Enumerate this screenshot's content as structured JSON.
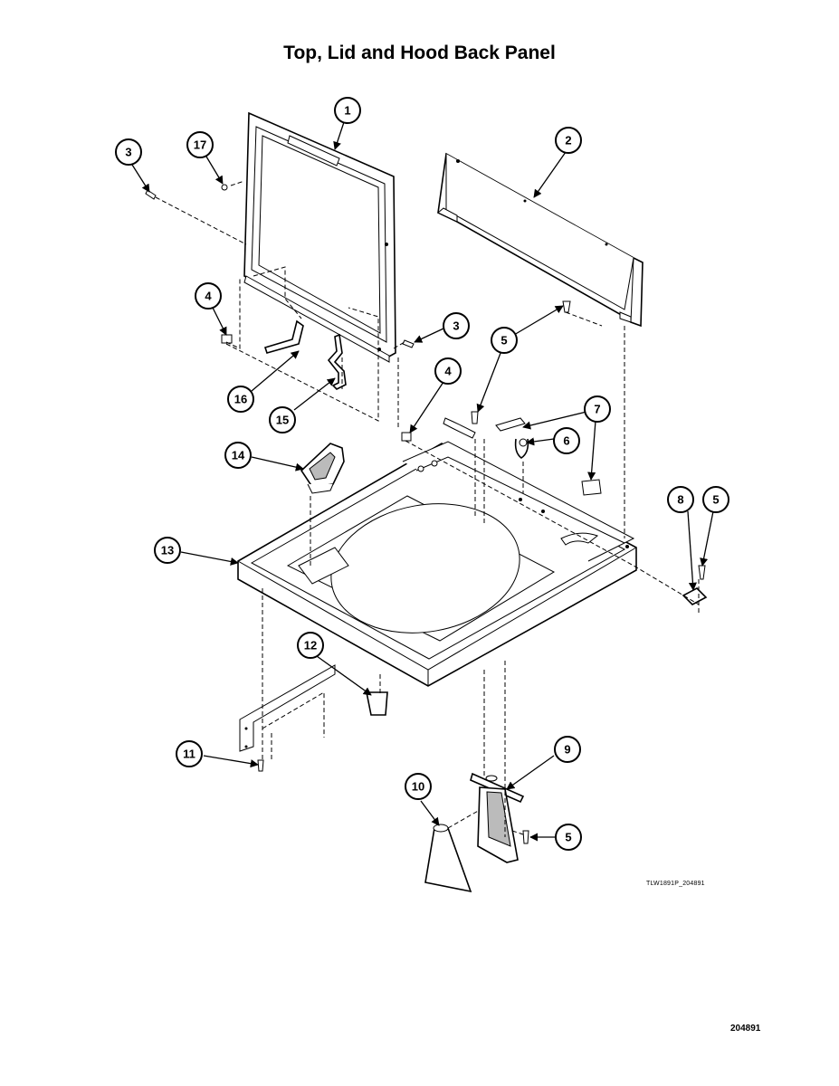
{
  "title": "Top, Lid and Hood Back Panel",
  "drawing_code": "TLW1891P_204891",
  "page_number": "204891",
  "callouts": {
    "c1": "1",
    "c2": "2",
    "c3a": "3",
    "c3b": "3",
    "c4a": "4",
    "c4b": "4",
    "c5a": "5",
    "c5b": "5",
    "c5c": "5",
    "c6": "6",
    "c7": "7",
    "c8": "8",
    "c9": "9",
    "c10": "10",
    "c11": "11",
    "c12": "12",
    "c13": "13",
    "c14": "14",
    "c15": "15",
    "c16": "16",
    "c17": "17"
  }
}
